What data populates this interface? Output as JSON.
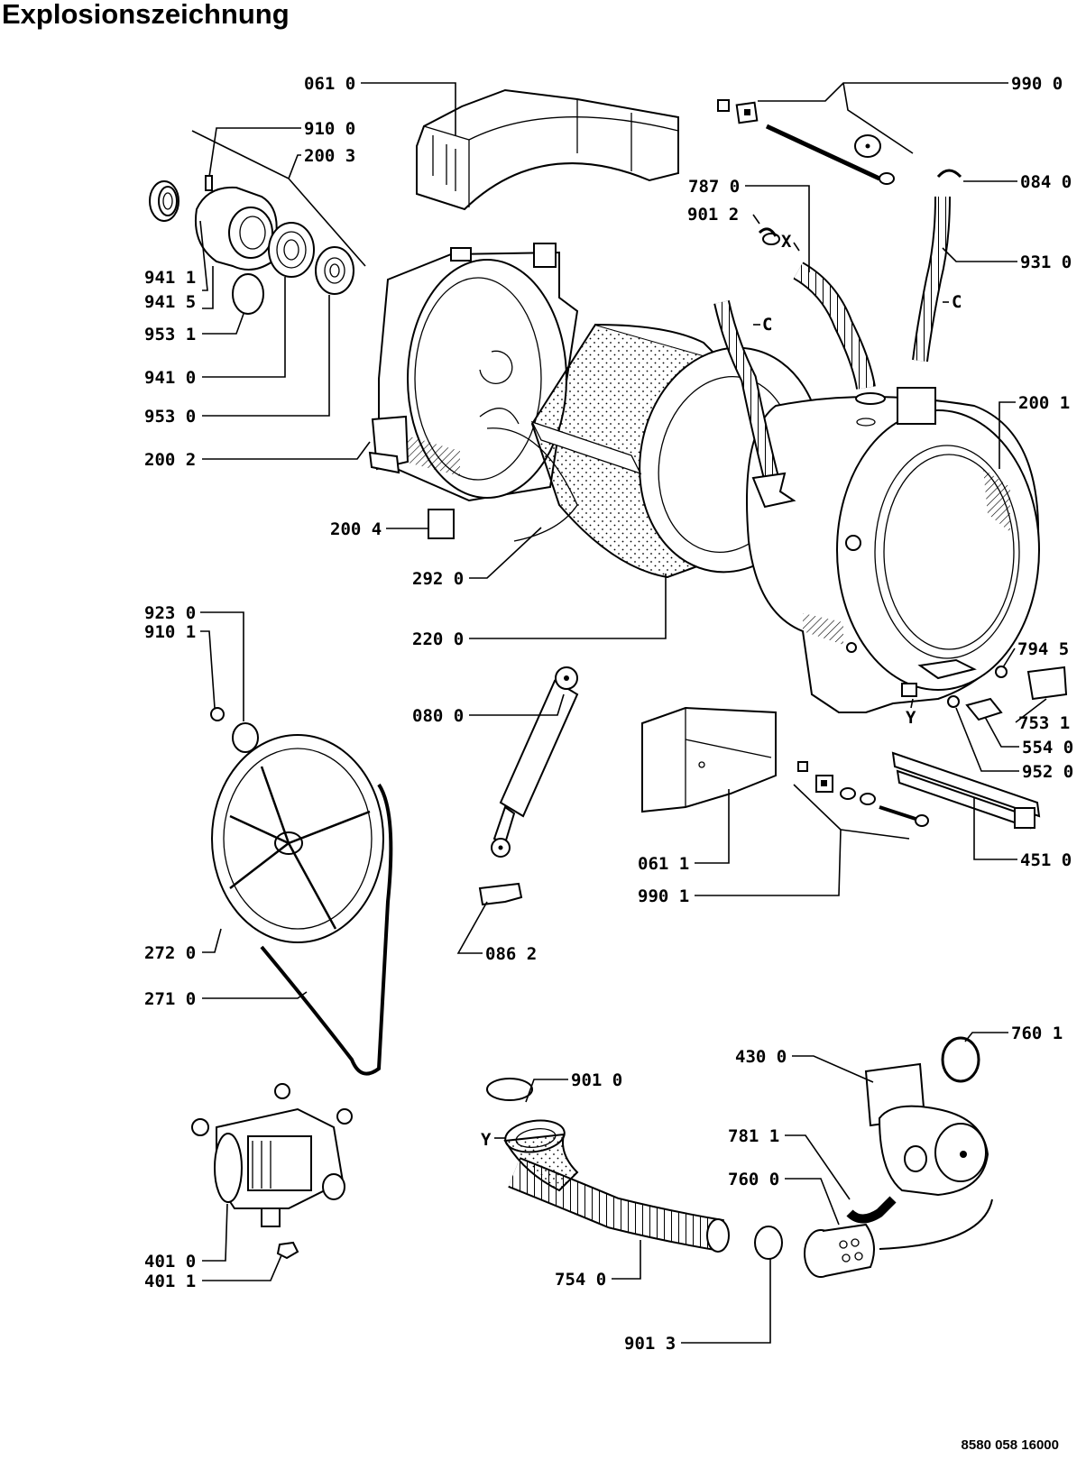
{
  "title": "Explosionszeichnung",
  "document_number": "8580 058 16000",
  "callouts": [
    {
      "id": "061-0",
      "text": "061 0"
    },
    {
      "id": "990-0",
      "text": "990 0"
    },
    {
      "id": "910-0",
      "text": "910 0"
    },
    {
      "id": "200-3",
      "text": "200 3"
    },
    {
      "id": "787-0",
      "text": "787 0"
    },
    {
      "id": "084-0",
      "text": "084 0"
    },
    {
      "id": "901-2",
      "text": "901 2"
    },
    {
      "id": "931-0",
      "text": "931 0"
    },
    {
      "id": "941-1",
      "text": "941 1"
    },
    {
      "id": "941-5",
      "text": "941 5"
    },
    {
      "id": "953-1",
      "text": "953 1"
    },
    {
      "id": "941-0",
      "text": "941 0"
    },
    {
      "id": "953-0",
      "text": "953 0"
    },
    {
      "id": "200-2",
      "text": "200 2"
    },
    {
      "id": "200-1",
      "text": "200 1"
    },
    {
      "id": "200-4",
      "text": "200 4"
    },
    {
      "id": "292-0",
      "text": "292 0"
    },
    {
      "id": "220-0",
      "text": "220 0"
    },
    {
      "id": "923-0",
      "text": "923 0"
    },
    {
      "id": "910-1",
      "text": "910 1"
    },
    {
      "id": "080-0",
      "text": "080 0"
    },
    {
      "id": "794-5",
      "text": "794 5"
    },
    {
      "id": "753-1",
      "text": "753 1"
    },
    {
      "id": "554-0",
      "text": "554 0"
    },
    {
      "id": "952-0",
      "text": "952 0"
    },
    {
      "id": "061-1",
      "text": "061 1"
    },
    {
      "id": "451-0",
      "text": "451 0"
    },
    {
      "id": "990-1",
      "text": "990 1"
    },
    {
      "id": "272-0",
      "text": "272 0"
    },
    {
      "id": "086-2",
      "text": "086 2"
    },
    {
      "id": "271-0",
      "text": "271 0"
    },
    {
      "id": "760-1",
      "text": "760 1"
    },
    {
      "id": "430-0",
      "text": "430 0"
    },
    {
      "id": "901-0",
      "text": "901 0"
    },
    {
      "id": "781-1",
      "text": "781 1"
    },
    {
      "id": "760-0",
      "text": "760 0"
    },
    {
      "id": "401-0",
      "text": "401 0"
    },
    {
      "id": "401-1",
      "text": "401 1"
    },
    {
      "id": "754-0",
      "text": "754 0"
    },
    {
      "id": "901-3",
      "text": "901 3"
    }
  ],
  "markers": {
    "x": "X",
    "c": "C",
    "y": "Y"
  }
}
